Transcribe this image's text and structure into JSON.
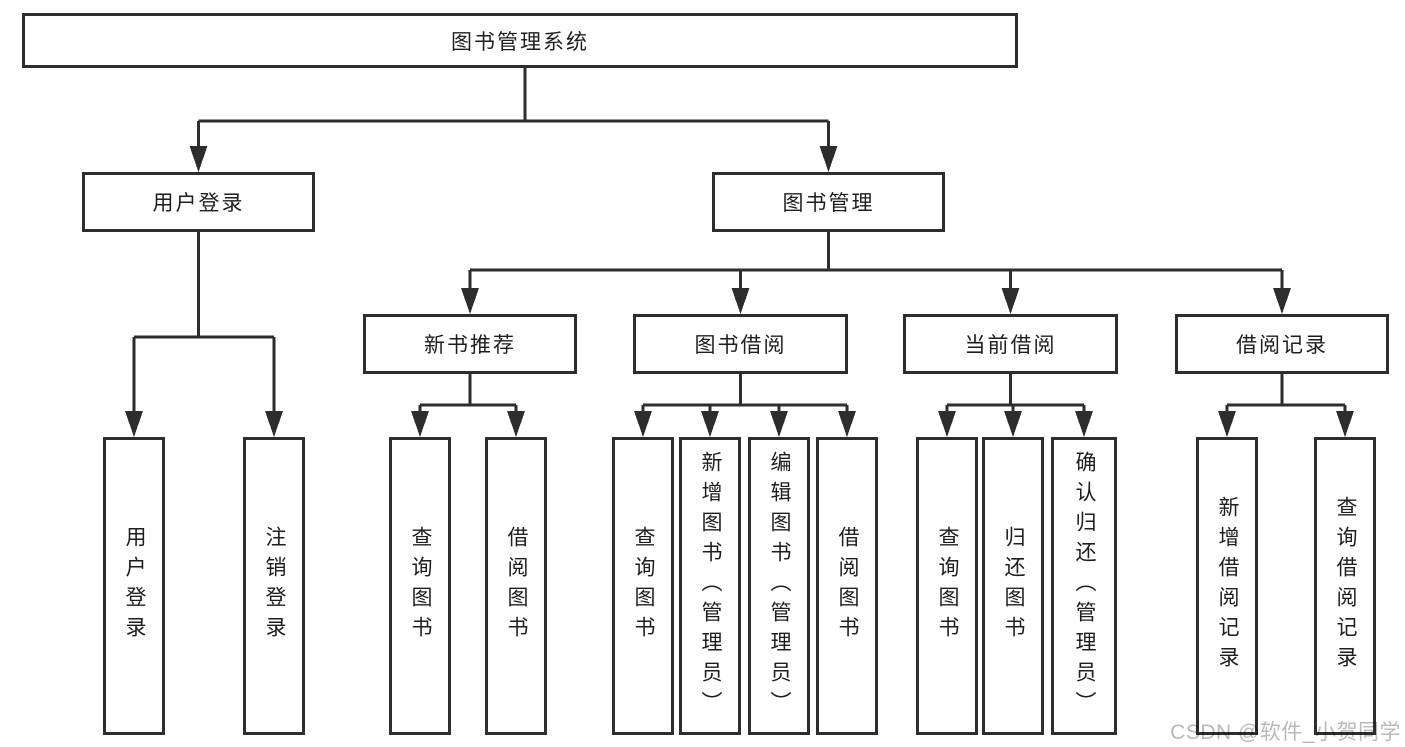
{
  "diagram": {
    "type": "tree",
    "title": "图书管理系统",
    "nodes": {
      "root": "图书管理系统",
      "user_login": "用户登录",
      "book_mgmt": "图书管理",
      "new_book_rec": "新书推荐",
      "book_borrow": "图书借阅",
      "current_borrow": "当前借阅",
      "borrow_record": "借阅记录",
      "leaf_user_login": "用户登录",
      "leaf_logout": "注销登录",
      "leaf_nbr_query": "查询图书",
      "leaf_nbr_borrow": "借阅图书",
      "leaf_bb_query": "查询图书",
      "leaf_bb_add": "新增图书（管理员）",
      "leaf_bb_edit": "编辑图书（管理员）",
      "leaf_bb_borrow": "借阅图书",
      "leaf_cb_query": "查询图书",
      "leaf_cb_return": "归还图书",
      "leaf_cb_confirm": "确认归还（管理员）",
      "leaf_br_add": "新增借阅记录",
      "leaf_br_query": "查询借阅记录"
    },
    "structure": {
      "图书管理系统": [
        "用户登录",
        "图书管理"
      ],
      "用户登录": [
        "用户登录",
        "注销登录"
      ],
      "图书管理": [
        "新书推荐",
        "图书借阅",
        "当前借阅",
        "借阅记录"
      ],
      "新书推荐": [
        "查询图书",
        "借阅图书"
      ],
      "图书借阅": [
        "查询图书",
        "新增图书（管理员）",
        "编辑图书（管理员）",
        "借阅图书"
      ],
      "当前借阅": [
        "查询图书",
        "归还图书",
        "确认归还（管理员）"
      ],
      "借阅记录": [
        "新增借阅记录",
        "查询借阅记录"
      ]
    },
    "colors": {
      "line": "#2d2d2d",
      "text": "#1e1e1e",
      "background": "#ffffff"
    }
  },
  "watermark": {
    "text": "CSDN @软件_小贺同学",
    "color": "#b9b9b9"
  }
}
